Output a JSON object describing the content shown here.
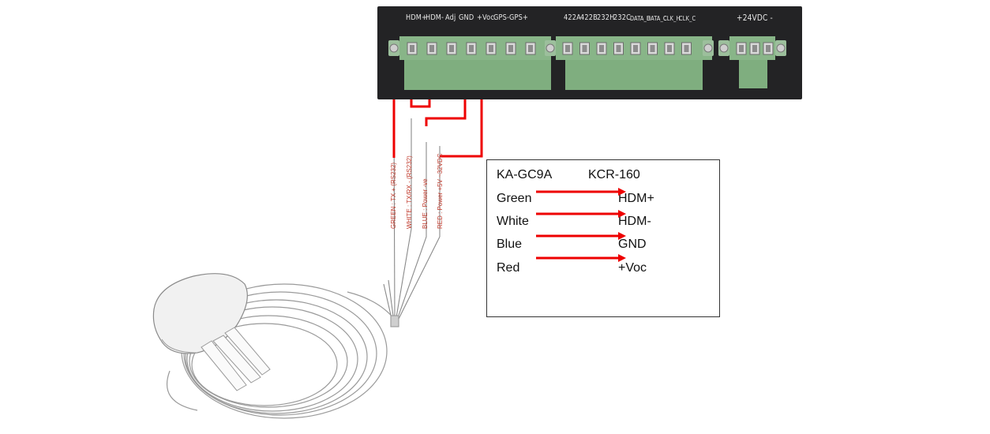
{
  "board": {
    "pin_labels": [
      "HDM+",
      "HDM-",
      "Adj",
      "GND",
      "+Voc",
      "GPS-",
      "GPS+",
      "422A",
      "422B",
      "232H",
      "232C",
      "DATA_H",
      "DATA_C",
      "CLK_H",
      "CLK_C",
      "+24VDC -"
    ]
  },
  "wires": [
    {
      "label": "GREEN : TX + (RS232)",
      "color": "#8a8a8a"
    },
    {
      "label": "WHITE : TX/RX - (RS232)",
      "color": "#8a8a8a"
    },
    {
      "label": "BLUE : Power -ve",
      "color": "#8a8a8a"
    },
    {
      "label": "RED : Power +5V ~32VDC",
      "color": "#8a8a8a"
    }
  ],
  "mapping": {
    "header_left": "KA-GC9A",
    "header_right": "KCR-160",
    "rows": [
      {
        "from": "Green",
        "to": "HDM+"
      },
      {
        "from": "White",
        "to": "HDM-"
      },
      {
        "from": "Blue",
        "to": "GND"
      },
      {
        "from": "Red",
        "to": "+Voc"
      }
    ]
  },
  "colors": {
    "arrow": "#ee0000",
    "board": "#232325",
    "terminal": "#8ab88a",
    "cable": "#8a8a8a"
  }
}
